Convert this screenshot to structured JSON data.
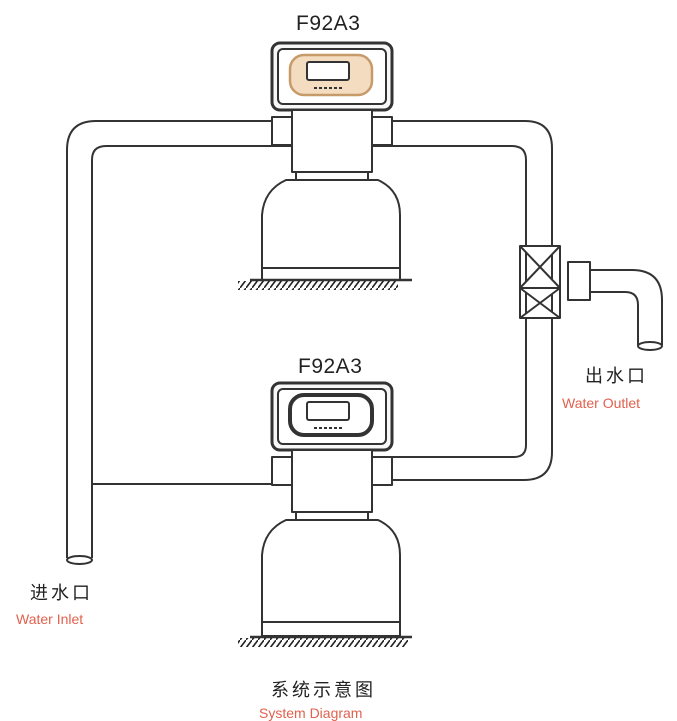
{
  "units": {
    "top": {
      "model": "F92A3"
    },
    "bottom": {
      "model": "F92A3"
    }
  },
  "outlet": {
    "label_cn": "出水口",
    "label_en": "Water Outlet"
  },
  "inlet": {
    "label_cn": "进水口",
    "label_en": "Water Inlet"
  },
  "caption": {
    "label_cn": "系统示意图",
    "label_en": "System Diagram"
  },
  "colors": {
    "line": "#333333",
    "accent_text": "#e0614e",
    "panel_fill": "#f3dcc0"
  }
}
